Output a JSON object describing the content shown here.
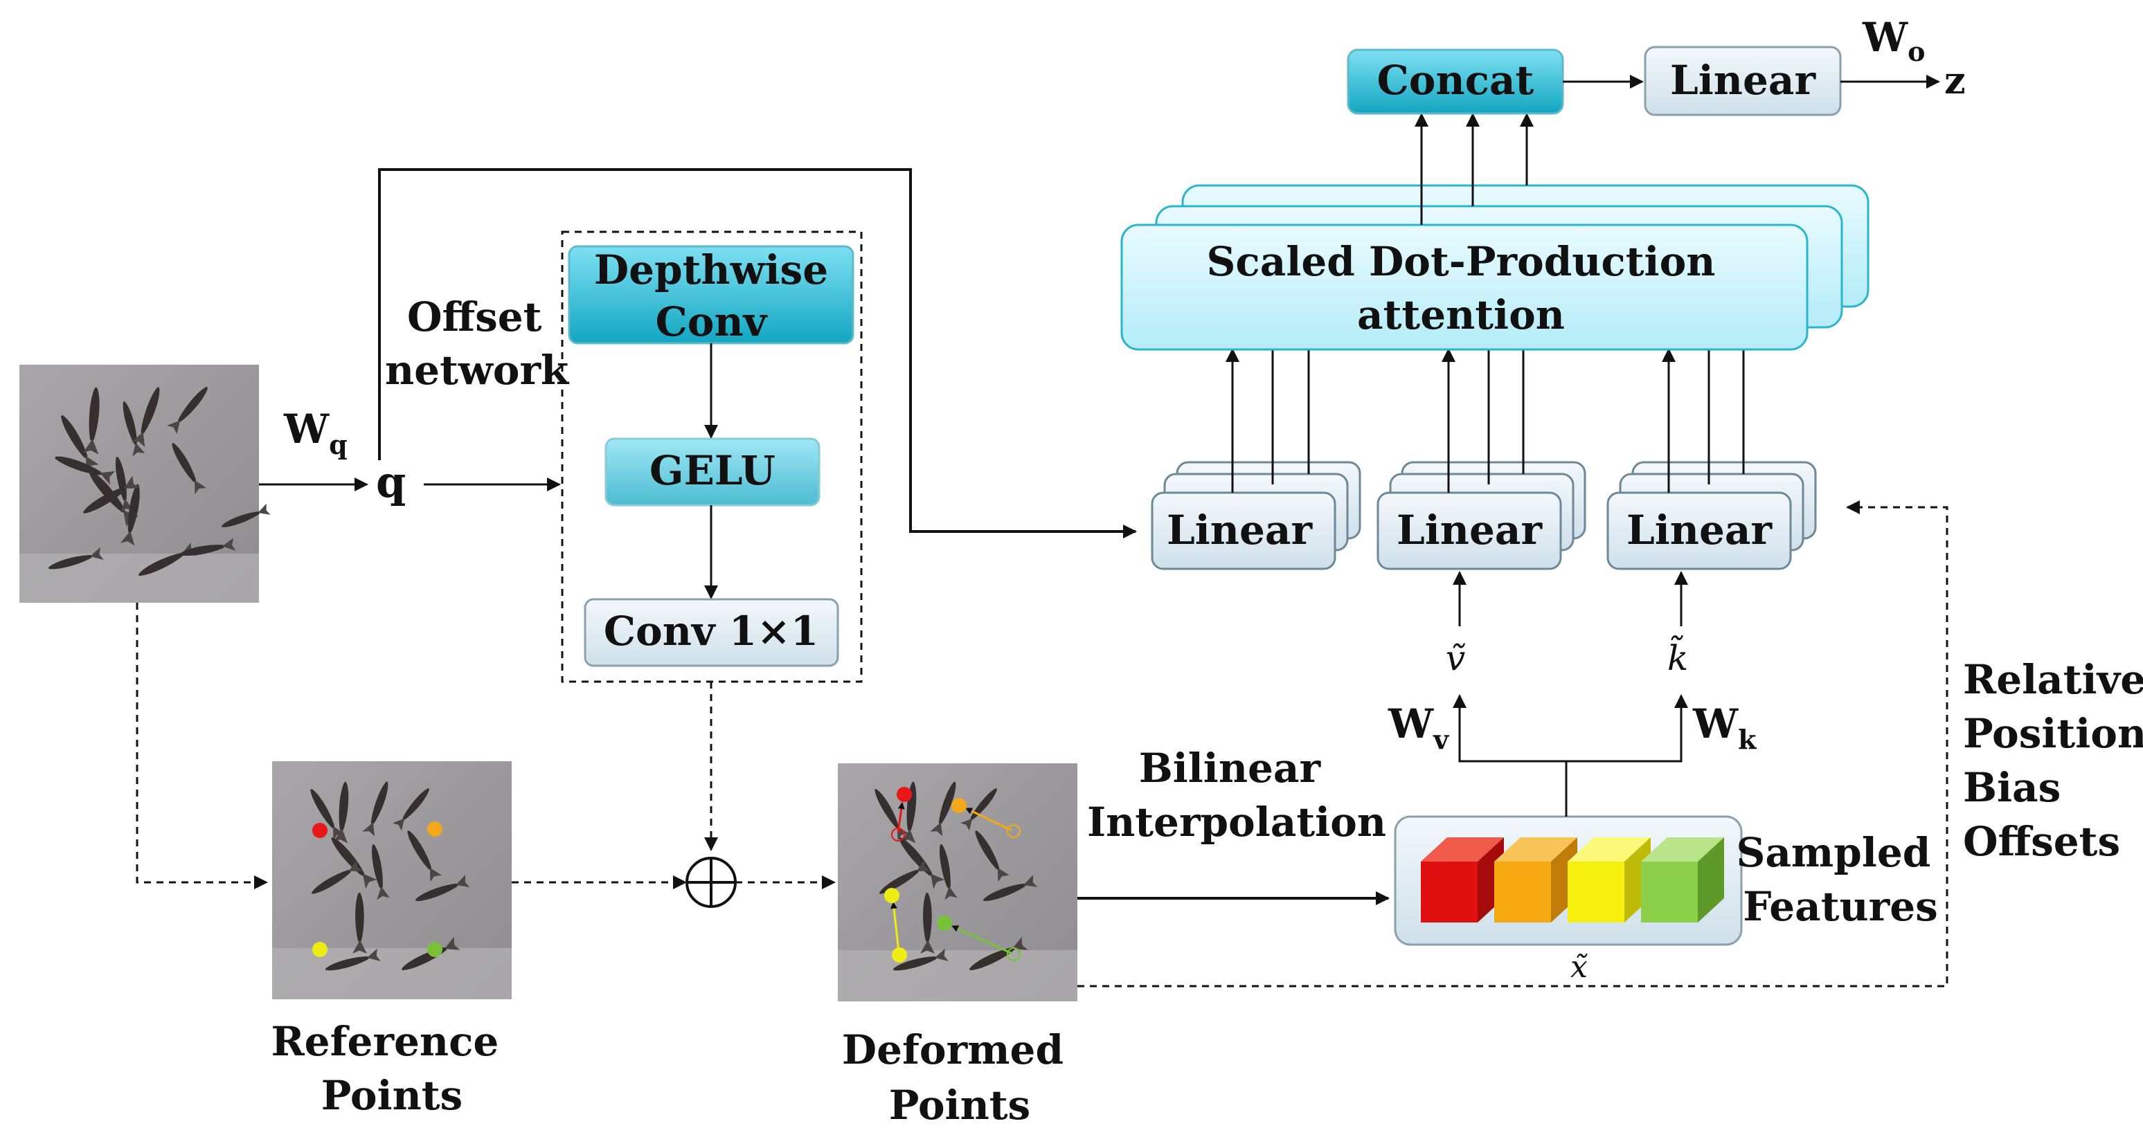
{
  "labels": {
    "wq_main": "W",
    "wq_sub": "q",
    "q": "q",
    "offset_network": [
      "Offset",
      "network"
    ],
    "depthwise_conv": [
      "Depthwise",
      "Conv"
    ],
    "gelu": "GELU",
    "conv1x1": "Conv 1×1",
    "reference_points": [
      "Reference",
      "Points"
    ],
    "deformed_points": [
      "Deformed",
      "Points"
    ],
    "bilinear_interpolation": [
      "Bilinear",
      "Interpolation"
    ],
    "sampled_features": [
      "Sampled",
      "Features"
    ],
    "x_tilde": "x̃",
    "v_tilde": "ṽ",
    "k_tilde": "k̃",
    "wv_main": "W",
    "wv_sub": "v",
    "wk_main": "W",
    "wk_sub": "k",
    "relative_position_bias_offsets": [
      "Relative",
      "Position",
      "Bias",
      "Offsets"
    ],
    "linear_q": "Linear",
    "linear_v": "Linear",
    "linear_k": "Linear",
    "scaled_dot_attention": [
      "Scaled Dot-Production",
      "attention"
    ],
    "concat": "Concat",
    "linear_out": "Linear",
    "wo_main": "W",
    "wo_sub": "o",
    "z": "z"
  },
  "colors": {
    "cyan_box": "#1fb3cd",
    "light_box": "#e2eef4",
    "attention_box": "#c9f1fb",
    "cube_red": "#e01010",
    "cube_orange": "#f6a810",
    "cube_yellow": "#f6f010",
    "cube_green": "#8cd04a",
    "point_red": "#e81818",
    "point_orange": "#f2a81a",
    "point_yellow": "#eeec14",
    "point_green": "#78c23a"
  }
}
